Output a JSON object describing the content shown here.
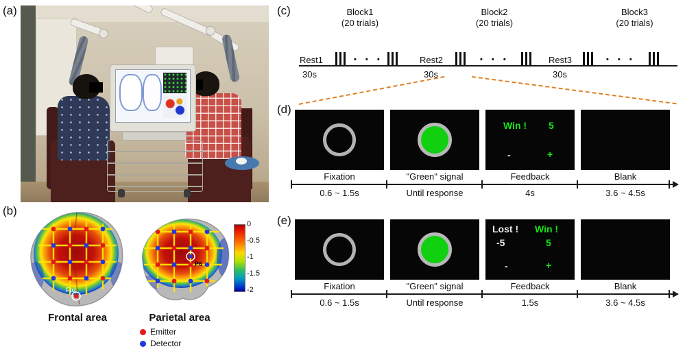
{
  "panel_labels": {
    "a": "(a)",
    "b": "(b)",
    "c": "(c)",
    "d": "(d)",
    "e": "(e)"
  },
  "block_timeline": {
    "rests": [
      {
        "name": "Rest1",
        "duration": "30s"
      },
      {
        "name": "Rest2",
        "duration": "30s"
      },
      {
        "name": "Rest3",
        "duration": "30s"
      }
    ],
    "blocks": [
      {
        "name": "Block1",
        "trials": "(20 trials)"
      },
      {
        "name": "Block2",
        "trials": "(20 trials)"
      },
      {
        "name": "Block3",
        "trials": "(20 trials)"
      }
    ],
    "trial_dots": "• • •"
  },
  "win_trial": {
    "screens": [
      {
        "caption": "Fixation",
        "duration": "0.6 ~ 1.5s"
      },
      {
        "caption": "\"Green\" signal",
        "duration": "Until response"
      },
      {
        "caption": "Feedback",
        "duration": "4s"
      },
      {
        "caption": "Blank",
        "duration": "3.6 ~ 4.5s"
      }
    ],
    "feedback": {
      "win_label": "Win !",
      "win_value": "5",
      "minus_sign": "-",
      "plus_sign": "+"
    }
  },
  "mixed_trial": {
    "screens": [
      {
        "caption": "Fixation",
        "duration": "0.6 ~ 1.5s"
      },
      {
        "caption": "\"Green\" signal",
        "duration": "Until response"
      },
      {
        "caption": "Feedback",
        "duration": "1.5s"
      },
      {
        "caption": "Blank",
        "duration": "3.6 ~ 4.5s"
      }
    ],
    "feedback": {
      "lost_label": "Lost !",
      "lost_value": "-5",
      "win_label": "Win !",
      "win_value": "5",
      "minus_sign": "-",
      "plus_sign": "+"
    }
  },
  "brain_maps": {
    "frontal_label": "Frontal area",
    "parietal_label": "Parietal area",
    "fpz_label": "Fpz",
    "p6_label": "P6",
    "colorbar_ticks": [
      "0",
      "-0.5",
      "-1",
      "-1.5",
      "-2"
    ],
    "legend": [
      {
        "label": "Emitter",
        "color": "#e31a1c"
      },
      {
        "label": "Detector",
        "color": "#2238e0"
      }
    ]
  },
  "colors": {
    "signal_green": "#10d010",
    "feedback_green": "#17e617",
    "dashed_line_orange": "#e08020",
    "screen_black": "#060606"
  }
}
